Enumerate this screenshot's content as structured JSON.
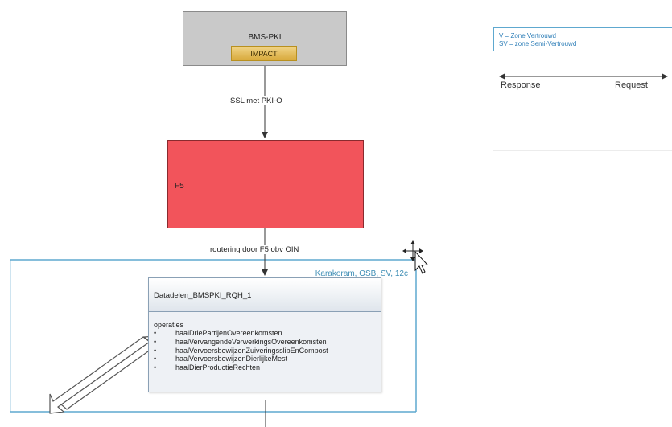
{
  "bms": {
    "title": "BMS-PKI",
    "impact": "IMPACT"
  },
  "edges": {
    "ssl": "SSL met PKI-O",
    "routing": "routering door F5 obv OIN"
  },
  "f5": {
    "label": "F5"
  },
  "frame": {
    "label": "Karakoram, OSB, SV, 12c"
  },
  "service": {
    "title": "Datadelen_BMSPKI_RQH_1",
    "ops_title": "operaties",
    "operations": [
      "haalDriePartijenOvereenkomsten",
      "haalVervangendeVerwerkingsOvereenkomsten",
      "haalVervoersbewijzenZuiveringsslibEnCompost",
      "haalVervoersbewijzenDierlijkeMest",
      "haalDierProductieRechten"
    ]
  },
  "legend": {
    "lines": [
      "V = Zone Vertrouwd",
      "SV = zone Semi-Vertrouwd"
    ],
    "response": "Response",
    "request": "Request"
  },
  "colors": {
    "f5_fill": "#f2545b",
    "bms_fill": "#c9c9c9",
    "impact_fill": "#e8bf55",
    "frame_border": "#5ea8cf",
    "legend_text": "#2f7fb8"
  }
}
